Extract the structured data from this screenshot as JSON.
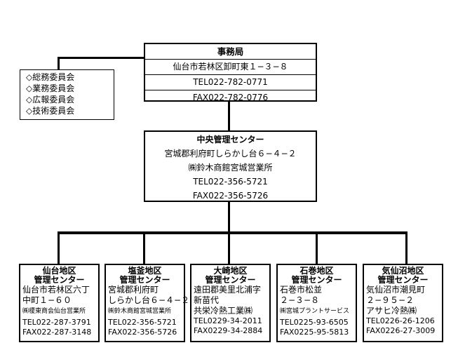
{
  "headquarters": {
    "title": "事務局",
    "address": "仙台市若林区卸町東１−３−８",
    "tel": "TEL022-782-0771",
    "fax": "FAX022-782-0776"
  },
  "committees": [
    "◇総務委員会",
    "◇業務委員会",
    "◇広報委員会",
    "◇技術委員会"
  ],
  "central_center": {
    "title": "中央管理センター",
    "address": "宮城郡利府町しらかし台６−４−２",
    "company": "㈱鈴木商館宮城営業所",
    "tel": "TEL022-356-5721",
    "fax": "FAX022-356-5726"
  },
  "branches": [
    {
      "name": "仙台地区",
      "subtitle": "管理センター",
      "address1": "仙台市若林区六丁",
      "address2": "中町１−６０",
      "company": "㈱榎東商会仙台営業所",
      "tel": "TEL022-287-3791",
      "fax": "FAX022-287-3148"
    },
    {
      "name": "塩釜地区",
      "subtitle": "管理センター",
      "address1": "宮城郡利府町",
      "address2": "しらかし台６−４−２",
      "company": "㈱鈴木商館宮城営業所",
      "tel": "TEL022-356-5721",
      "fax": "FAX022-356-5726"
    },
    {
      "name": "大崎地区",
      "subtitle": "管理センター",
      "address1": "遠田郡美里北浦字",
      "address2": "新苗代",
      "company": "共栄冷熱工業㈱",
      "tel": "TEL0229-34-2011",
      "fax": "FAX0229-34-2884"
    },
    {
      "name": "石巻地区",
      "subtitle": "管理センター",
      "address1": "石巻市松並",
      "address2": "２−３−８",
      "company": "㈱宮城プラントサービス",
      "tel": "TEL0225-93-6505",
      "fax": "FAX0225-95-5813"
    },
    {
      "name": "気仙沼地区",
      "subtitle": "管理センター",
      "address1": "気仙沼市潮見町",
      "address2": "２−９５−２",
      "company": "アサヒ冷熱㈱",
      "tel": "TEL0226-26-1206",
      "fax": "FAX0226-27-3009"
    }
  ]
}
